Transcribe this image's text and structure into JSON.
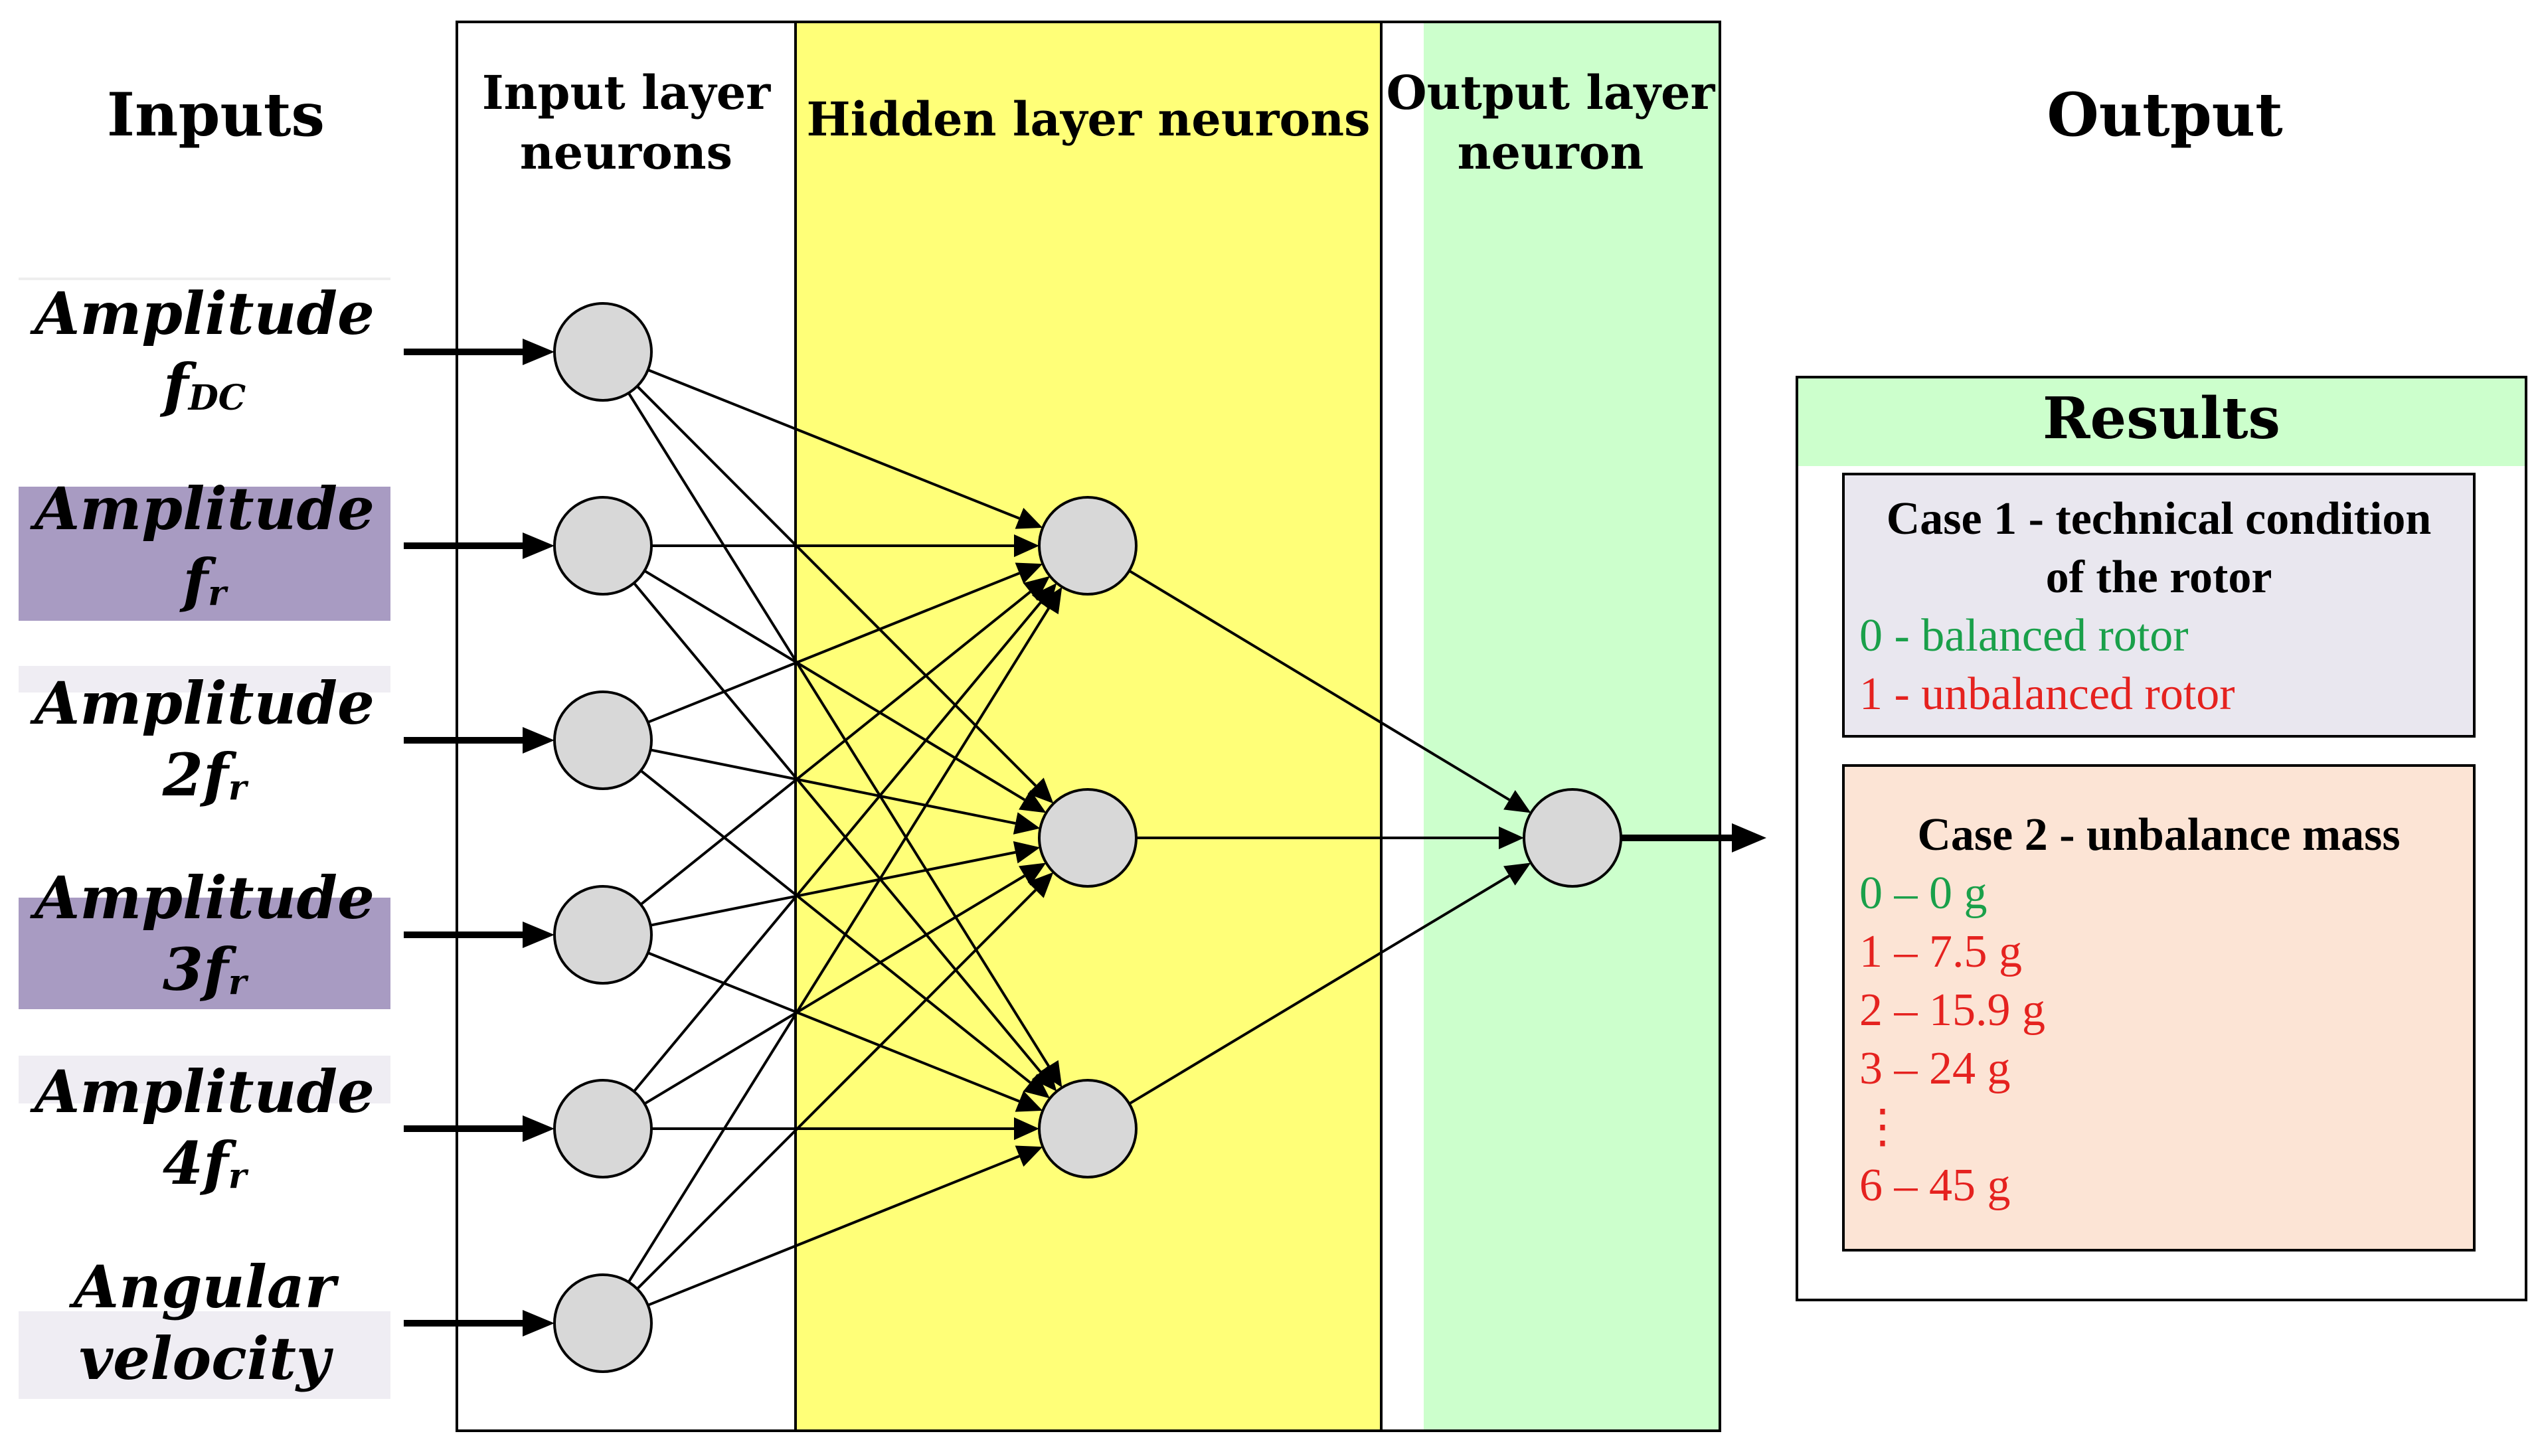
{
  "headers": {
    "inputs": "Inputs",
    "input_layer": [
      "Input layer",
      "neurons"
    ],
    "hidden_layer": "Hidden layer neurons",
    "output_layer": [
      "Output layer",
      "neuron"
    ],
    "output": "Output"
  },
  "inputs": [
    {
      "label": "Amplitude",
      "sym": "f",
      "sub": "DC",
      "prefix": ""
    },
    {
      "label": "Amplitude",
      "sym": "f",
      "sub": "r",
      "prefix": ""
    },
    {
      "label": "Amplitude",
      "sym": "f",
      "sub": "r",
      "prefix": "2"
    },
    {
      "label": "Amplitude",
      "sym": "f",
      "sub": "r",
      "prefix": "3"
    },
    {
      "label": "Amplitude",
      "sym": "f",
      "sub": "r",
      "prefix": "4"
    },
    {
      "label": "Angular",
      "line2": "velocity"
    }
  ],
  "network": {
    "input_neurons": 6,
    "hidden_neurons": 3,
    "output_neurons": 1
  },
  "results": {
    "title": "Results",
    "case1": {
      "title": [
        "Case 1 - technical condition",
        "of the rotor"
      ],
      "items": [
        {
          "text": "0 - balanced rotor",
          "color": "green"
        },
        {
          "text": "1 - unbalanced rotor",
          "color": "red"
        }
      ]
    },
    "case2": {
      "title": "Case 2 - unbalance mass",
      "items": [
        {
          "text": "0 – 0 g",
          "color": "green"
        },
        {
          "text": "1 – 7.5 g",
          "color": "red"
        },
        {
          "text": "2 – 15.9 g",
          "color": "red"
        },
        {
          "text": "3 – 24 g",
          "color": "red"
        },
        {
          "text": "⋮",
          "color": "red"
        },
        {
          "text": "6 – 45 g",
          "color": "red"
        }
      ]
    }
  },
  "colors": {
    "hidden_bg": "#ffff78",
    "output_bg": "#ccffcc",
    "input_band_purple": "#a89bc2",
    "input_band_light": "#efedf3",
    "neuron_fill": "#d8d8d8",
    "case1_bg": "#e9e7ef",
    "case2_bg": "#fce4d5",
    "results_header_bg": "#ccffcc"
  }
}
